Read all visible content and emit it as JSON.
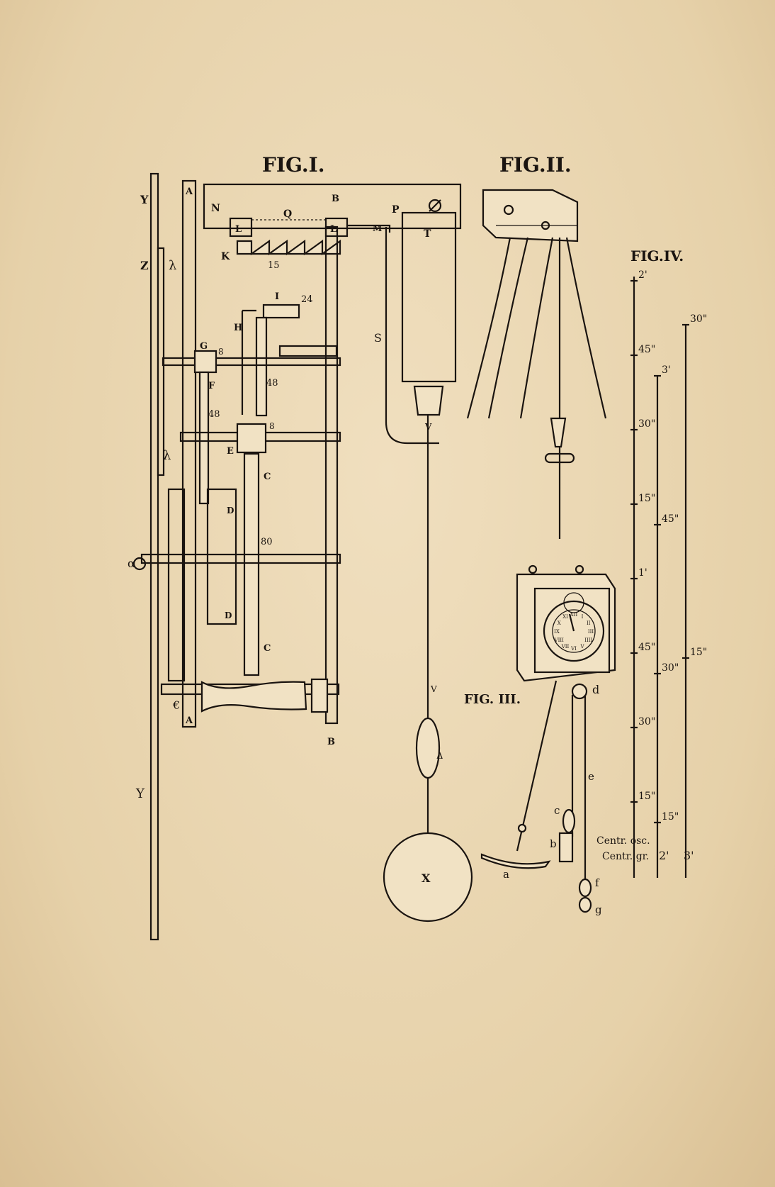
{
  "figures": {
    "fig1": {
      "title": "FIG.I.",
      "labels": {
        "A_top": "A",
        "A_bottom": "A",
        "B_top": "B",
        "B_bottom": "B",
        "C_upper": "C",
        "C_lower": "C",
        "D_top": "D",
        "D_bottom": "D",
        "E": "E",
        "F": "F",
        "G": "G",
        "H": "H",
        "I": "I",
        "K": "K",
        "L_left": "L",
        "L_right": "L",
        "M": "M",
        "N": "N",
        "P": "P",
        "Q": "Q",
        "T": "T",
        "V_upper": "V",
        "V_lower": "V",
        "X": "X",
        "Y": "Y",
        "Z": "Z",
        "S": "S",
        "lambda_top": "λ",
        "lambda_mid": "λ",
        "delta_weight": "Δ",
        "epsilon": "€",
        "alpha": "α",
        "teeth_15": "15",
        "teeth_24": "24",
        "teeth_8_G": "8",
        "teeth_48_H": "48",
        "teeth_48_F": "48",
        "teeth_8_E": "8",
        "teeth_80": "80"
      }
    },
    "fig2": {
      "title": "FIG.II."
    },
    "fig3": {
      "title": "FIG. III.",
      "labels": {
        "a": "a",
        "b": "b",
        "c": "c",
        "d": "d",
        "e": "e",
        "f": "f",
        "g": "g"
      },
      "dial_numerals": [
        "XII",
        "I",
        "II",
        "III",
        "IIII",
        "V",
        "VI",
        "VII",
        "VIII",
        "IX",
        "X",
        "XI"
      ]
    },
    "fig4": {
      "title": "FIG.IV.",
      "scale1_marks": [
        "2'",
        "45\"",
        "30\"",
        "15\"",
        "1'",
        "45\"",
        "30\"",
        "15\""
      ],
      "scale2_marks": [
        "3'",
        "45\"",
        "30\"",
        "15\""
      ],
      "scale3_marks": [
        "30\"",
        "15\""
      ],
      "bottom_labels": {
        "centr_osc": "Centr. osc.",
        "centr_gr": "Centr. gr.",
        "s2": "2'",
        "s3": "3'"
      }
    }
  },
  "colors": {
    "paper": "#ead7b4",
    "ink": "#1a1410"
  }
}
